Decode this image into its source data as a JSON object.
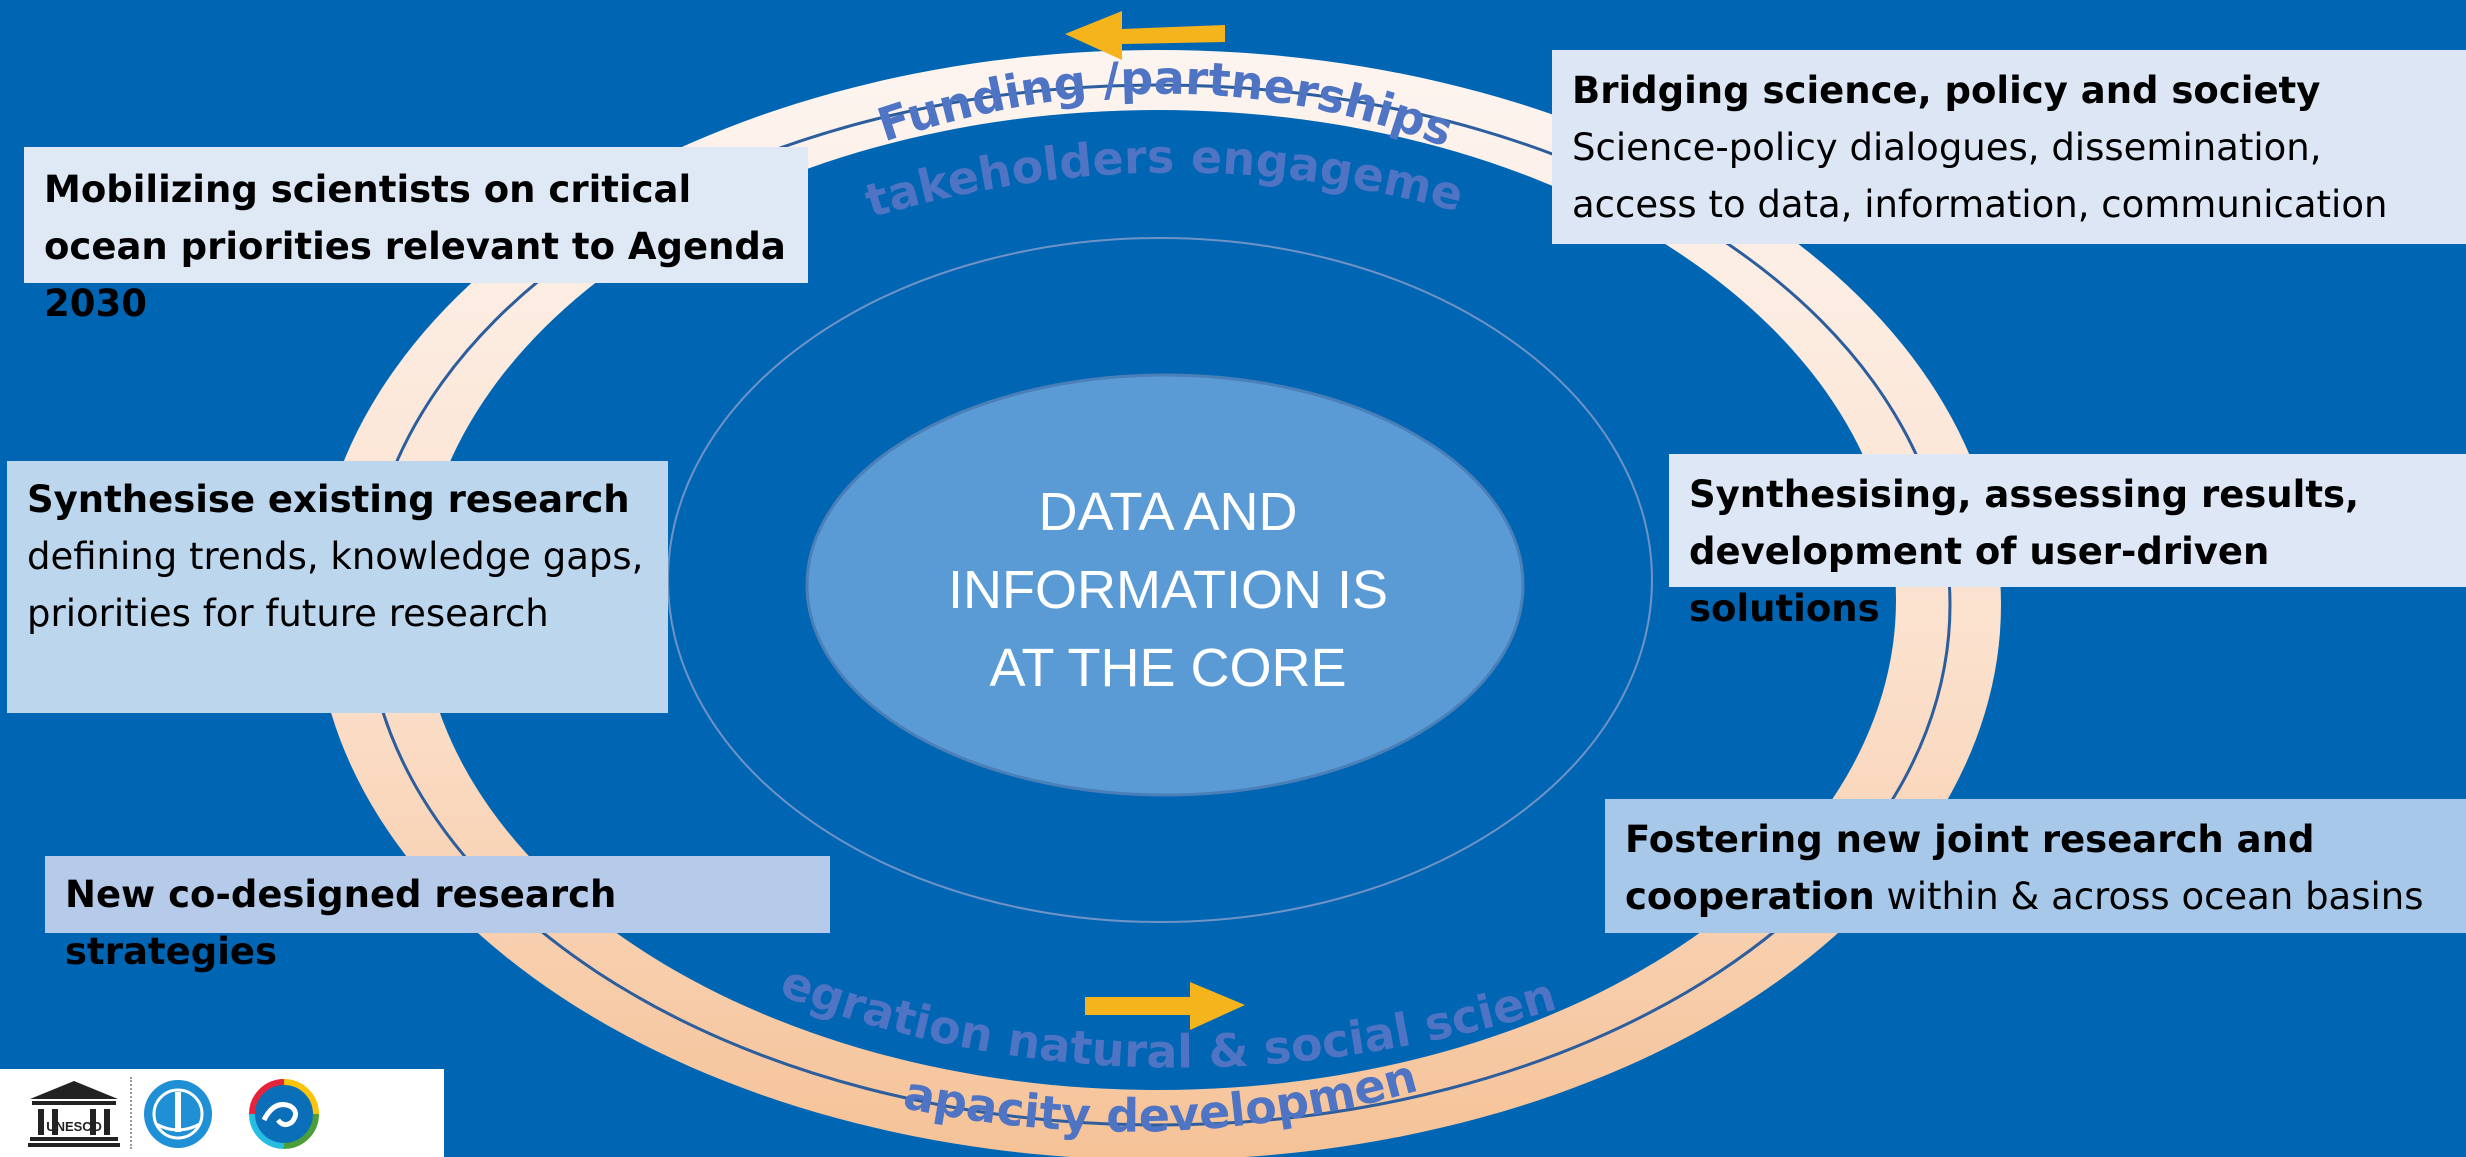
{
  "colors": {
    "background": "#0065b3",
    "ring_top": "#fdf3ee",
    "ring_bottom": "#f6c49a",
    "arc_text": "#4f74c4",
    "arrow": "#f5b41b",
    "core": "#5b9bd5"
  },
  "ring": {
    "top_labels": [
      "Funding /partnerships",
      "Stakeholders engagement"
    ],
    "bottom_labels": [
      "Integration natural & social sciences",
      "Capacity development"
    ]
  },
  "core": {
    "lines": [
      "DATA AND",
      "INFORMATION IS",
      "AT THE CORE"
    ]
  },
  "boxes": {
    "mobilizing": {
      "bold": "Mobilizing scientists on critical ocean priorities relevant to Agenda 2030"
    },
    "synthesise": {
      "bold": "Synthesise existing research",
      "text": "defining trends, knowledge gaps, priorities for future research"
    },
    "codesigned": {
      "bold": "New co-designed research strategies"
    },
    "bridging": {
      "bold": "Bridging science, policy and society",
      "text": "Science-policy dialogues, dissemination, access to data, information, communication"
    },
    "assessing": {
      "bold": "Synthesising, assessing results, development of user-driven solutions"
    },
    "fostering": {
      "bold": "Fostering new joint research and cooperation",
      "text": "within & across ocean basins"
    }
  },
  "logos": {
    "unesco_text": "UNESCO",
    "icons": [
      "unesco-temple-icon",
      "ioc-globe-icon",
      "ocean-decade-wave-icon"
    ]
  }
}
